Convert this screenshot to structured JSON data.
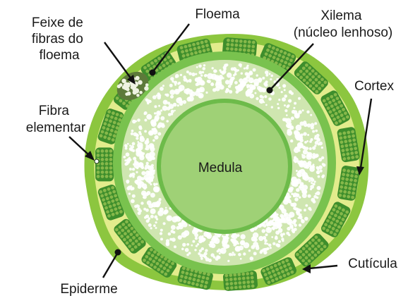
{
  "diagram": {
    "center_label": "Medula",
    "labels": {
      "phloem_fiber_bundle": [
        "Feixe de",
        "fibras do",
        "floema"
      ],
      "phloem": "Floema",
      "xylem": [
        "Xilema",
        "(núcleo lenhoso)"
      ],
      "elementary_fiber": [
        "Fibra",
        "elementar"
      ],
      "cortex": "Cortex",
      "epidermis": "Epiderme",
      "cuticle": "Cutícula"
    },
    "colors": {
      "cuticle": "#8cc63f",
      "cortex": "#e2ec8c",
      "fiber_bundle": "#3e8e2c",
      "fiber_cell": "#86b84a",
      "phloem": "#79c24e",
      "xylem": "#cfe6b0",
      "xylem_cell": "#ffffff",
      "pith": "#9fd176",
      "pith_rim": "#6dbb4a"
    }
  }
}
